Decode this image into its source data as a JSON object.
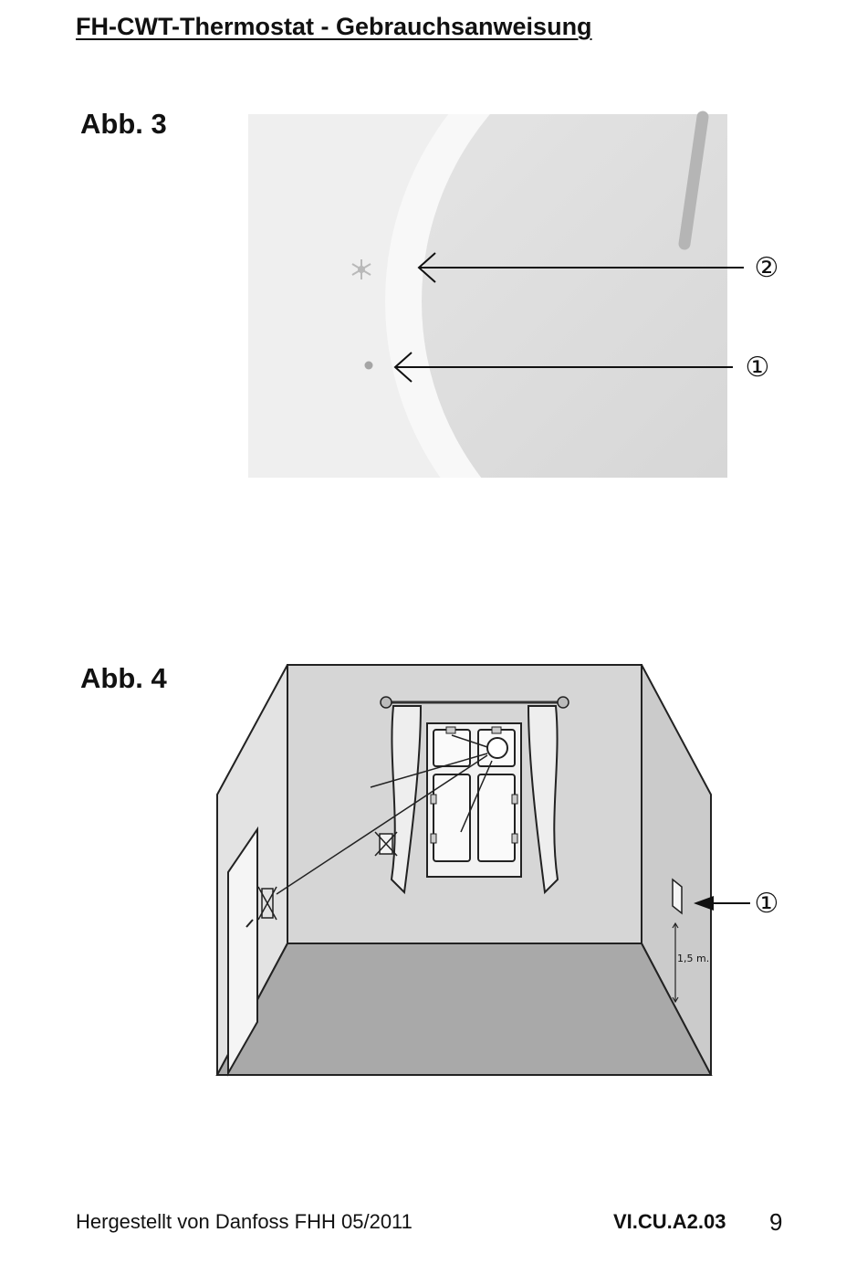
{
  "header": {
    "title": "FH-CWT-Thermostat - Gebrauchsanweisung"
  },
  "figure3": {
    "label": "Abb. 3",
    "callouts": [
      {
        "number": "②",
        "target": "snowflake-indicator"
      },
      {
        "number": "①",
        "target": "led-indicator"
      }
    ],
    "icons": [
      "snowflake-icon",
      "led-dot-icon"
    ]
  },
  "figure4": {
    "label": "Abb. 4",
    "height_label": "1,5 m.",
    "callout": "①",
    "icons": [
      "window-icon",
      "curtain-icon",
      "door-icon",
      "thermostat-icon",
      "crossed-out-icon"
    ]
  },
  "footer": {
    "manufacturer": "Hergestellt von Danfoss FHH 05/2011",
    "reference": "VI.CU.A2.03",
    "page_number": "9"
  }
}
